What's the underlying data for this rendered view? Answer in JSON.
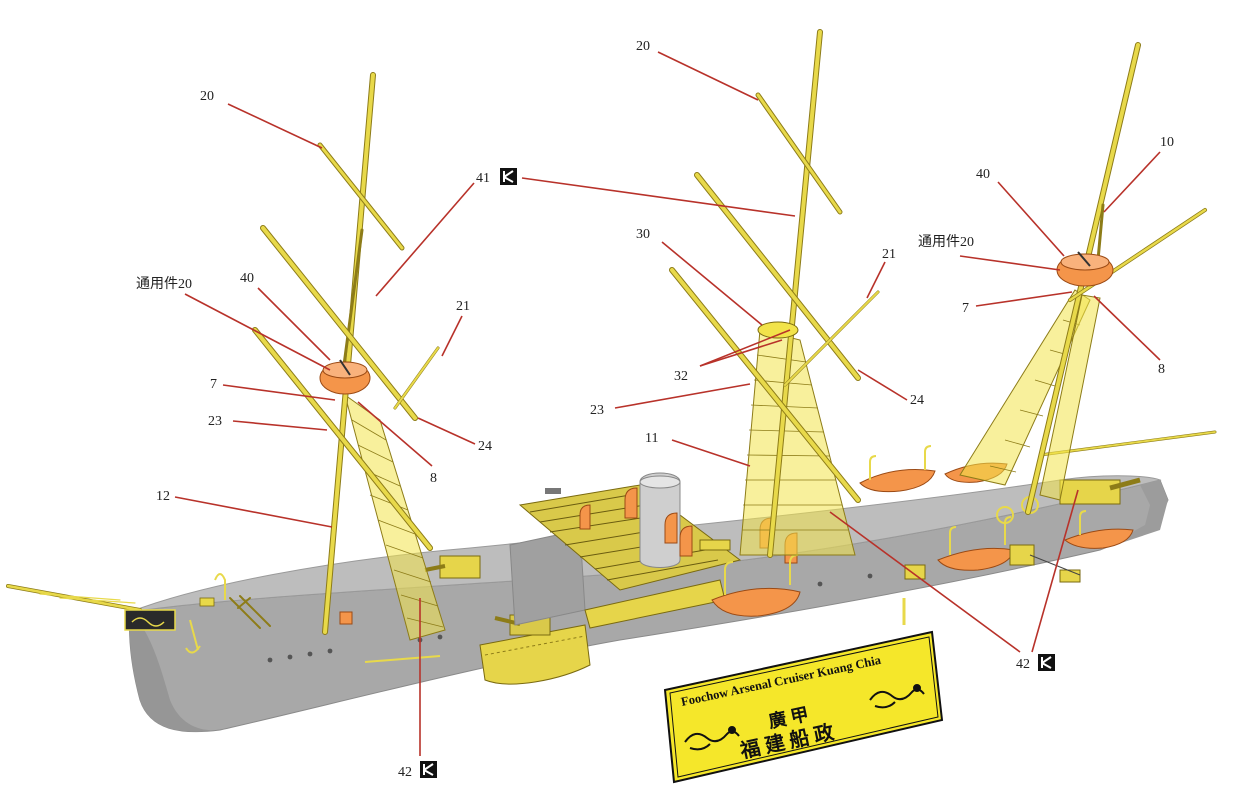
{
  "colors": {
    "hull": "#a9a9a9",
    "photo_etch": "#f2e34a",
    "resin_orange": "#f4954a",
    "leader": "#b8322a",
    "background": "#ffffff"
  },
  "callouts": [
    {
      "id": "c-20-fore",
      "text": "20"
    },
    {
      "id": "c-20-main",
      "text": "20"
    },
    {
      "id": "c-41",
      "text": "41",
      "badge": true
    },
    {
      "id": "c-10",
      "text": "10"
    },
    {
      "id": "c-40-aft",
      "text": "40"
    },
    {
      "id": "c-common-aft",
      "text": "通用件20"
    },
    {
      "id": "c-7-aft",
      "text": "7"
    },
    {
      "id": "c-8-aft",
      "text": "8"
    },
    {
      "id": "c-30",
      "text": "30"
    },
    {
      "id": "c-21-main",
      "text": "21"
    },
    {
      "id": "c-32",
      "text": "32"
    },
    {
      "id": "c-24-main",
      "text": "24"
    },
    {
      "id": "c-23-main",
      "text": "23"
    },
    {
      "id": "c-11",
      "text": "11"
    },
    {
      "id": "c-common-fore",
      "text": "通用件20"
    },
    {
      "id": "c-40-fore",
      "text": "40"
    },
    {
      "id": "c-21-fore",
      "text": "21"
    },
    {
      "id": "c-7-fore",
      "text": "7"
    },
    {
      "id": "c-23-fore",
      "text": "23"
    },
    {
      "id": "c-24-fore",
      "text": "24"
    },
    {
      "id": "c-8-fore",
      "text": "8"
    },
    {
      "id": "c-12",
      "text": "12"
    },
    {
      "id": "c-42-right",
      "text": "42",
      "badge": true
    },
    {
      "id": "c-42-bottom",
      "text": "42",
      "badge": true
    }
  ],
  "plaque": {
    "line1": "Foochow Arsenal Cruiser Kuang Chia",
    "line2": "廣 甲",
    "line3": "福 建 船 政"
  }
}
